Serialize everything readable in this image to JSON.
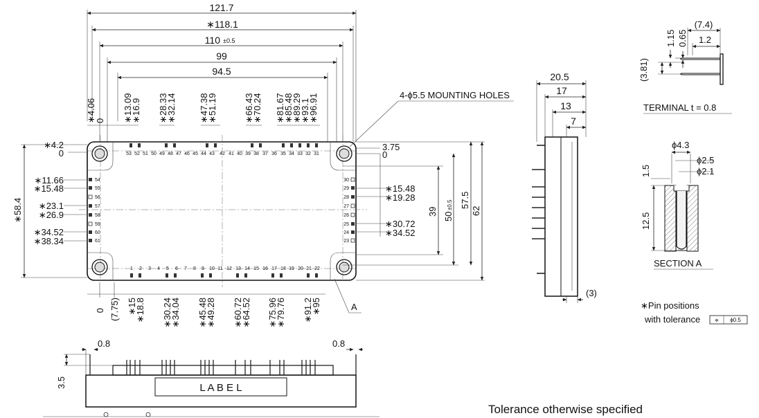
{
  "top_dims": [
    "121.7",
    "∗118.1",
    "110",
    "±0.5",
    "99",
    "94.5"
  ],
  "top_pin_positions": [
    "∗4.06",
    "0",
    "∗13.09",
    "∗16.9",
    "∗28.33",
    "∗32.14",
    "∗47.38",
    "∗51.19",
    "∗66.43",
    "∗70.24",
    "∗81.67",
    "∗85.48",
    "∗89.29",
    "∗93.1",
    "∗96.91"
  ],
  "top_pin_numbers": [
    "53",
    "52",
    "51",
    "50",
    "49",
    "48",
    "47",
    "46",
    "45",
    "44",
    "43",
    "42",
    "41",
    "40",
    "39",
    "38",
    "37",
    "36",
    "35",
    "34",
    "33",
    "32",
    "31"
  ],
  "bottom_pin_numbers": [
    "1",
    "2",
    "3",
    "4",
    "5",
    "6",
    "7",
    "8",
    "9",
    "10",
    "11",
    "12",
    "13",
    "14",
    "15",
    "16",
    "17",
    "18",
    "19",
    "20",
    "21",
    "22"
  ],
  "left_pin_numbers": [
    "54",
    "55",
    "56",
    "57",
    "58",
    "59",
    "60",
    "61"
  ],
  "right_pin_numbers": [
    "30",
    "29",
    "28",
    "27",
    "26",
    "25",
    "24",
    "23"
  ],
  "bottom_pin_positions": [
    "0",
    "(7.75)",
    "∗15",
    "∗18.8",
    "∗30.24",
    "∗34.04",
    "∗45.48",
    "∗49.28",
    "∗60.72",
    "∗64.52",
    "∗75.96",
    "∗79.76",
    "∗91.2",
    "∗95"
  ],
  "left_dims": [
    "∗4.2",
    "0",
    "∗11.66",
    "∗15.48",
    "∗23.1",
    "∗26.9",
    "∗34.52",
    "∗38.34",
    "∗58.4"
  ],
  "right_dims": [
    "3.75",
    "0",
    "∗15.48",
    "∗19.28",
    "∗30.72",
    "∗34.52",
    "39",
    "50",
    "±0.5",
    "57.5",
    "62"
  ],
  "mounting_holes": "4-ϕ5.5 MOUNTING HOLES",
  "section_marker": "A",
  "side_dims": [
    "20.5",
    "17",
    "13",
    "7",
    "(3)"
  ],
  "terminal_dims": [
    "1.15",
    "0.65",
    "(7.4)",
    "1.2",
    "(3.81)"
  ],
  "terminal_label": "TERMINAL t = 0.8",
  "section_dims": [
    "ϕ4.3",
    "ϕ2.5",
    "ϕ2.1",
    "1.5",
    "12.5"
  ],
  "section_label": "SECTION A",
  "note_line1": "∗Pin positions",
  "note_line2": "with tolerance",
  "note_tol_symbol": "⌖",
  "note_tol_value": "ϕ0.5",
  "front_dims": [
    "0.8",
    "0.8",
    "3.5"
  ],
  "label_text": "L A B E L",
  "footer": "Tolerance otherwise specified"
}
